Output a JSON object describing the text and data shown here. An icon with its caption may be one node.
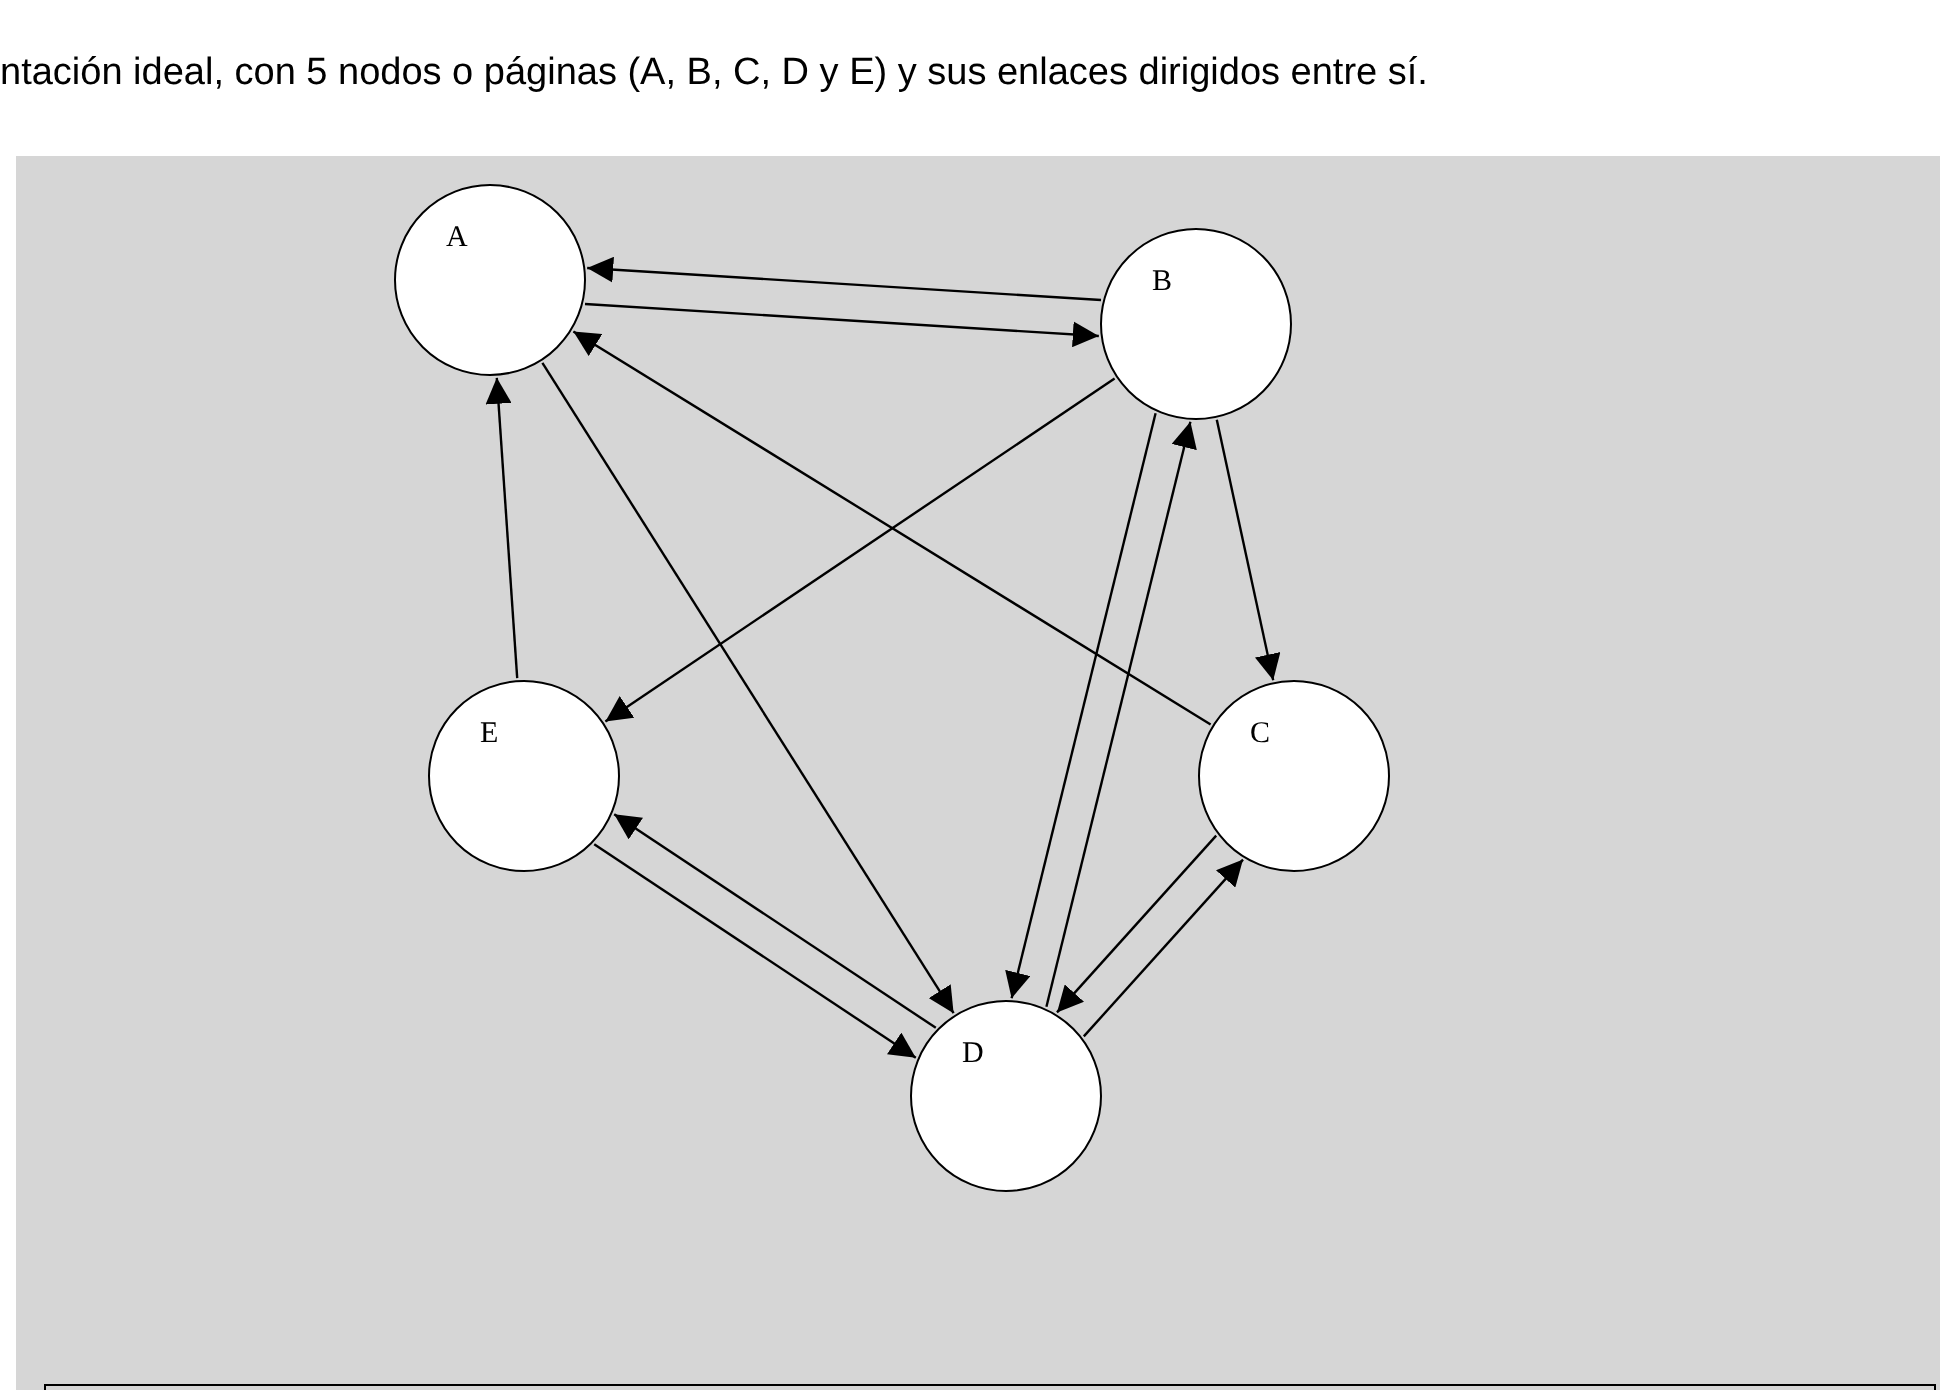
{
  "diagram": {
    "nodes": [
      {
        "text": [
          "A"
        ]
      },
      {
        "text": [
          "B"
        ]
      },
      {
        "text": [
          "E"
        ]
      },
      {
        "text": [
          "C"
        ]
      },
      {
        "text": [
          "D"
        ]
      }
    ],
    "edges": [
      {
        "from": 1,
        "to": 0,
        "arrow": "to"
      },
      {
        "from": 0,
        "to": 1,
        "arrow": "to"
      },
      {
        "from": 1,
        "to": 2,
        "arrow": "to"
      },
      {
        "from": 1,
        "to": 3,
        "arrow": "to"
      },
      {
        "from": 3,
        "to": 0,
        "arrow": "to"
      },
      {
        "from": 2,
        "to": 0,
        "arrow": "to"
      },
      {
        "from": 0,
        "to": 4,
        "arrow": "to"
      },
      {
        "from": 2,
        "to": 4,
        "arrow": "to"
      },
      {
        "from": 4,
        "to": 2,
        "arrow": "to"
      },
      {
        "from": 4,
        "to": 1,
        "arrow": "to"
      },
      {
        "from": 1,
        "to": 4,
        "arrow": "to"
      },
      {
        "from": 3,
        "to": 4,
        "arrow": "to"
      },
      {
        "from": 4,
        "to": 3,
        "arrow": "to"
      }
    ],
    "labels": [
      "ntación ideal, con 5 nodos o páginas (A, B, C, D y E) y sus enlaces dirigidos entre sí."
    ]
  }
}
